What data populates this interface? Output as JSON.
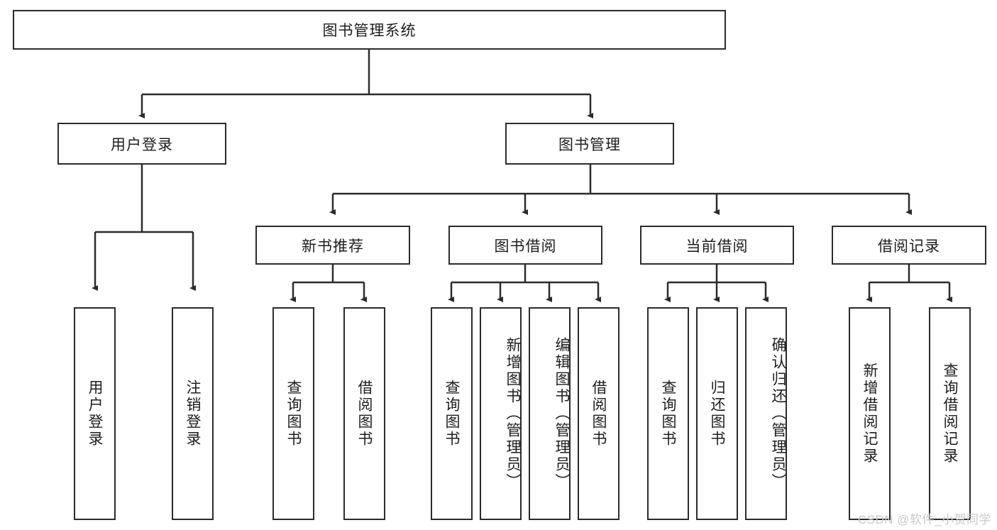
{
  "diagram": {
    "title": "图书管理系统",
    "type": "hierarchy-tree",
    "root": {
      "id": "root",
      "label": "图书管理系统",
      "orientation": "horizontal"
    },
    "level2": [
      {
        "id": "user-login",
        "label": "用户登录",
        "orientation": "horizontal"
      },
      {
        "id": "book-manage",
        "label": "图书管理",
        "orientation": "horizontal"
      }
    ],
    "level3": [
      {
        "id": "new-book-recommend",
        "label": "新书推荐",
        "orientation": "horizontal",
        "parent": "book-manage"
      },
      {
        "id": "book-borrow",
        "label": "图书借阅",
        "orientation": "horizontal",
        "parent": "book-manage"
      },
      {
        "id": "current-borrow",
        "label": "当前借阅",
        "orientation": "horizontal",
        "parent": "book-manage"
      },
      {
        "id": "borrow-record",
        "label": "借阅记录",
        "orientation": "horizontal",
        "parent": "book-manage"
      }
    ],
    "leaves": [
      {
        "id": "leaf-user-login",
        "label": "用户登录",
        "parent": "user-login",
        "orientation": "vertical"
      },
      {
        "id": "leaf-user-logout",
        "label": "注销登录",
        "parent": "user-login",
        "orientation": "vertical"
      },
      {
        "id": "leaf-query-book-1",
        "label": "查询图书",
        "parent": "new-book-recommend",
        "orientation": "vertical"
      },
      {
        "id": "leaf-borrow-book-1",
        "label": "借阅图书",
        "parent": "new-book-recommend",
        "orientation": "vertical"
      },
      {
        "id": "leaf-query-book-2",
        "label": "查询图书",
        "parent": "book-borrow",
        "orientation": "vertical"
      },
      {
        "id": "leaf-add-book",
        "label": "新增图书（管理员）",
        "parent": "book-borrow",
        "orientation": "vertical"
      },
      {
        "id": "leaf-edit-book",
        "label": "编辑图书（管理员）",
        "parent": "book-borrow",
        "orientation": "vertical"
      },
      {
        "id": "leaf-borrow-book-2",
        "label": "借阅图书",
        "parent": "book-borrow",
        "orientation": "vertical"
      },
      {
        "id": "leaf-query-book-3",
        "label": "查询图书",
        "parent": "current-borrow",
        "orientation": "vertical"
      },
      {
        "id": "leaf-return-book",
        "label": "归还图书",
        "parent": "current-borrow",
        "orientation": "vertical"
      },
      {
        "id": "leaf-confirm-return",
        "label": "确认归还（管理员）",
        "parent": "current-borrow",
        "orientation": "vertical"
      },
      {
        "id": "leaf-add-record",
        "label": "新增借阅记录",
        "parent": "borrow-record",
        "orientation": "vertical"
      },
      {
        "id": "leaf-query-record",
        "label": "查询借阅记录",
        "parent": "borrow-record",
        "orientation": "vertical"
      }
    ],
    "colors": {
      "stroke": "#2b2b2b",
      "fill": "#ffffff",
      "text": "#1d1d1d",
      "watermark": "#c9c9c9"
    }
  },
  "watermark": {
    "text": "CSDN @软件_小贺同学"
  }
}
